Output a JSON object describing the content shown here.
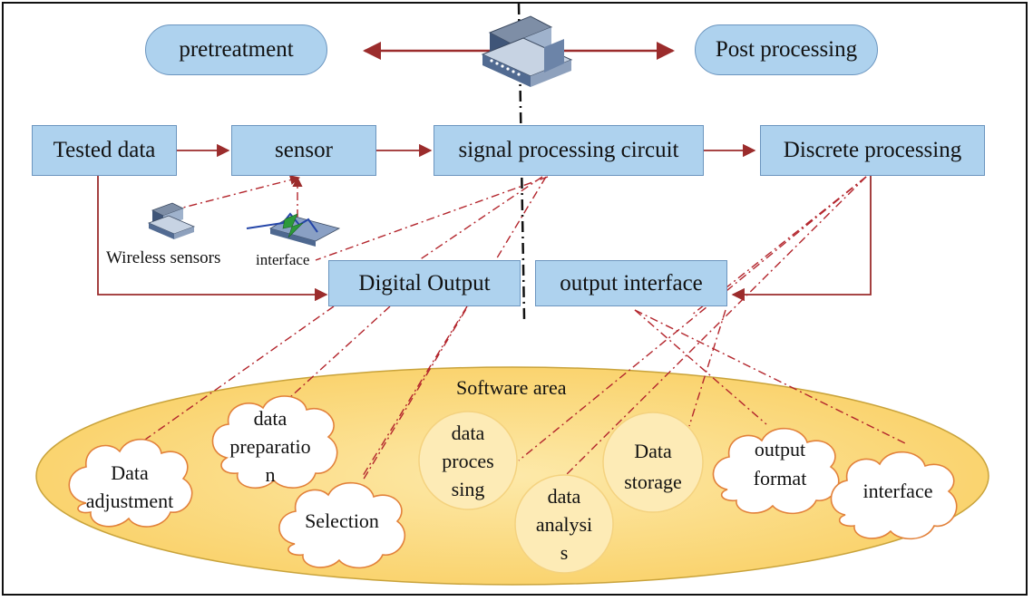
{
  "top": {
    "pretreatment": "pretreatment",
    "post_processing": "Post processing"
  },
  "boxes": {
    "tested_data": "Tested data",
    "sensor": "sensor",
    "signal_processing": "signal processing circuit",
    "discrete_processing": "Discrete processing",
    "digital_output": "Digital Output",
    "output_interface": "output interface"
  },
  "small_labels": {
    "wireless_sensors": "Wireless sensors",
    "interface": "interface"
  },
  "software": {
    "area_label": "Software area",
    "clouds": {
      "data_adjustment": [
        "Data",
        "adjustment"
      ],
      "data_preparation": [
        "data",
        "preparatio",
        "n"
      ],
      "selection": [
        "Selection"
      ],
      "output_format": [
        "output",
        "format"
      ],
      "interface": [
        "interface"
      ]
    },
    "circles": {
      "data_processing": [
        "data",
        "proces",
        "sing"
      ],
      "data_analysis": [
        "data",
        "analysi",
        "s"
      ],
      "data_storage": [
        "Data",
        "storage"
      ]
    }
  },
  "colors": {
    "box_fill": "#aed2ee",
    "box_border": "#6b95bf",
    "arrow": "#9b2c2c",
    "ellipse_fill": "#fbd878",
    "circle_fill": "#fdebb6",
    "cloud_border": "#e2813a"
  },
  "icons": [
    "server-icon",
    "network-switch-icon",
    "lightning-interface-icon"
  ]
}
